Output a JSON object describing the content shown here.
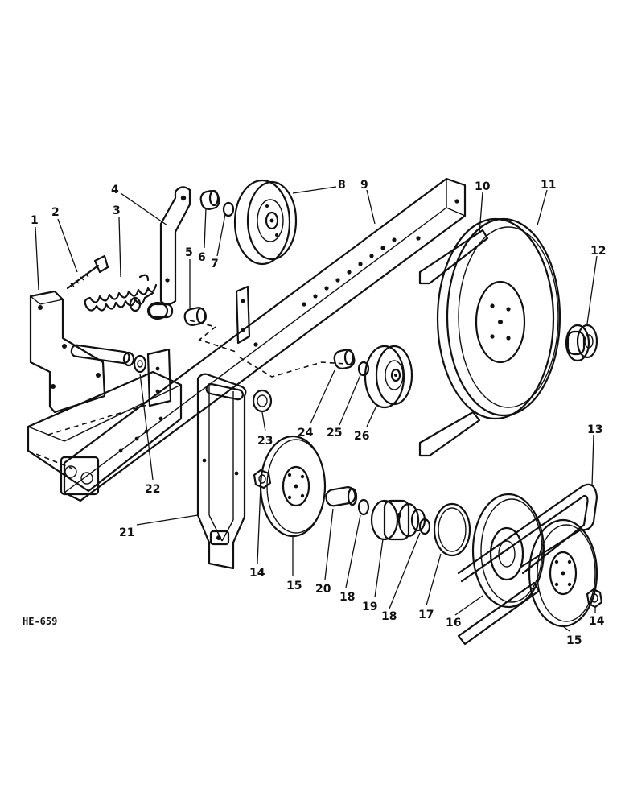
{
  "figure_code": "HE-659",
  "callouts": [
    {
      "id": "c1",
      "text": "1"
    },
    {
      "id": "c2",
      "text": "2"
    },
    {
      "id": "c3",
      "text": "3"
    },
    {
      "id": "c4",
      "text": "4"
    },
    {
      "id": "c5",
      "text": "5"
    },
    {
      "id": "c6",
      "text": "6"
    },
    {
      "id": "c7",
      "text": "7"
    },
    {
      "id": "c8",
      "text": "8"
    },
    {
      "id": "c9",
      "text": "9"
    },
    {
      "id": "c10",
      "text": "10"
    },
    {
      "id": "c11",
      "text": "11"
    },
    {
      "id": "c12",
      "text": "12"
    },
    {
      "id": "c13",
      "text": "13"
    },
    {
      "id": "c14a",
      "text": "14"
    },
    {
      "id": "c14b",
      "text": "14"
    },
    {
      "id": "c15a",
      "text": "15"
    },
    {
      "id": "c15b",
      "text": "15"
    },
    {
      "id": "c16",
      "text": "16"
    },
    {
      "id": "c17",
      "text": "17"
    },
    {
      "id": "c18a",
      "text": "18"
    },
    {
      "id": "c18b",
      "text": "18"
    },
    {
      "id": "c19",
      "text": "19"
    },
    {
      "id": "c20",
      "text": "20"
    },
    {
      "id": "c21",
      "text": "21"
    },
    {
      "id": "c22",
      "text": "22"
    },
    {
      "id": "c23",
      "text": "23"
    },
    {
      "id": "c24",
      "text": "24"
    },
    {
      "id": "c25",
      "text": "25"
    },
    {
      "id": "c26",
      "text": "26"
    }
  ]
}
